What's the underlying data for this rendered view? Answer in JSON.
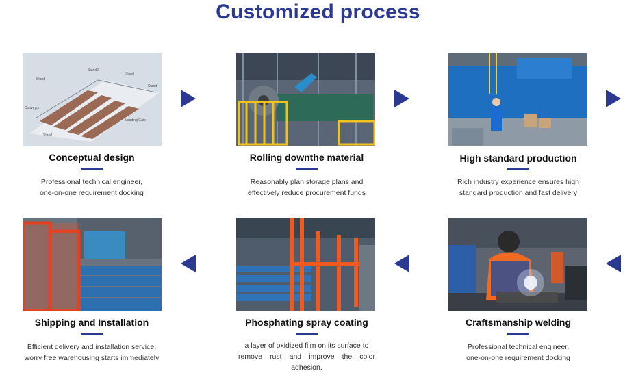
{
  "title": "Customized process",
  "colors": {
    "accent": "#2b3990",
    "text": "#111111"
  },
  "steps": [
    {
      "title": "Conceptual design",
      "desc": [
        "Professional technical engineer,",
        "one-on-one requirement docking"
      ],
      "image": "warehouse-rack-diagram-image"
    },
    {
      "title": "Rolling downthe material",
      "desc": [
        "Reasonably plan storage plans and",
        "effectively reduce procurement funds"
      ],
      "image": "steel-rolling-machine-image"
    },
    {
      "title": "High standard production",
      "desc": [
        "Rich industry experience ensures high",
        "standard production and fast delivery"
      ],
      "image": "production-line-worker-image"
    },
    {
      "title": "Craftsmanship welding",
      "desc": [
        "Professional technical engineer,",
        "one-on-one requirement docking"
      ],
      "image": "welder-at-work-image"
    },
    {
      "title": "Phosphating spray coating",
      "desc": [
        "a layer of oxidized film on its surface to",
        "remove rust and improve the color adhesion."
      ],
      "image": "spray-coating-line-image"
    },
    {
      "title": "Shipping and Installation",
      "desc": [
        "Efficient delivery and installation service,",
        "worry free warehousing starts immediately"
      ],
      "image": "packed-shipment-image"
    }
  ],
  "arrows": [
    "right-arrow-icon",
    "right-arrow-icon",
    "right-arrow-icon",
    "left-arrow-icon",
    "left-arrow-icon",
    "left-arrow-icon"
  ]
}
